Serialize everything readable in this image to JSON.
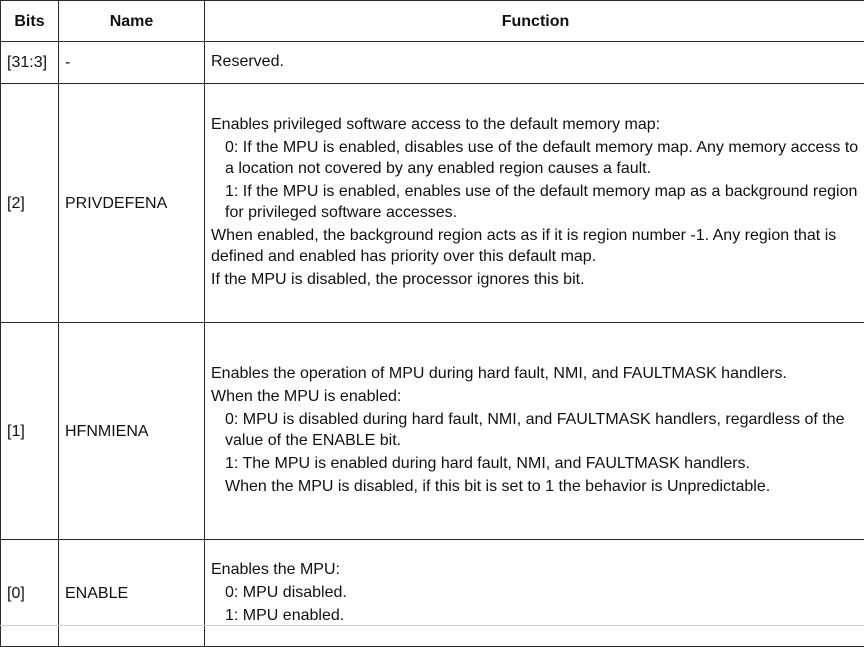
{
  "table": {
    "headers": {
      "bits": "Bits",
      "name": "Name",
      "function": "Function"
    },
    "rows": [
      {
        "bits": "[31:3]",
        "name": "-",
        "function": [
          "Reserved."
        ]
      },
      {
        "bits": "[2]",
        "name": "PRIVDEFENA",
        "function": [
          "Enables privileged software access to the default memory map:",
          "0: If the MPU is enabled, disables use of the default memory map. Any memory access to a location not covered by any enabled region causes a fault.",
          "1: If the MPU is enabled, enables use of the default memory map as a background region for privileged software accesses.",
          "When enabled, the background region acts as if it is region number -1. Any region that is defined and enabled has priority over this default map.",
          "If the MPU is disabled, the processor ignores this bit."
        ]
      },
      {
        "bits": "[1]",
        "name": "HFNMIENA",
        "function": [
          "Enables the operation of MPU during hard fault, NMI, and FAULTMASK handlers.",
          "When the MPU is enabled:",
          "0: MPU is disabled during hard fault, NMI, and FAULTMASK handlers, regardless of the value of the ENABLE bit.",
          "1: The MPU is enabled during hard fault, NMI, and FAULTMASK handlers.",
          "When the MPU is disabled, if this bit is set to 1 the behavior is Unpredictable."
        ]
      },
      {
        "bits": "[0]",
        "name": "ENABLE",
        "function": [
          "Enables the MPU:",
          "0: MPU disabled.",
          "1: MPU enabled."
        ]
      }
    ]
  }
}
